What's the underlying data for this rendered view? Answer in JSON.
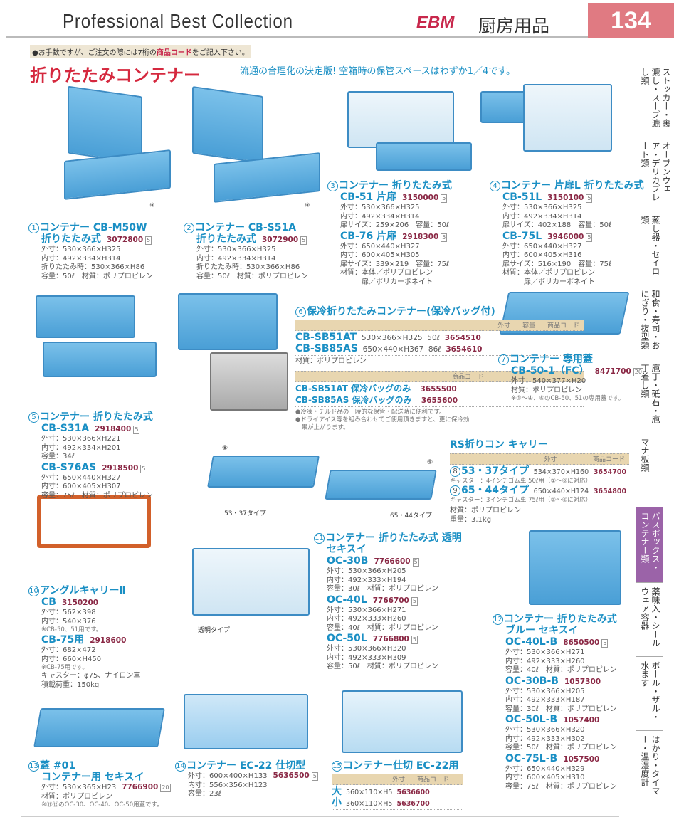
{
  "header": {
    "title": "Professional Best Collection",
    "brand": "EBM",
    "category": "厨房用品",
    "page": "134"
  },
  "notice": {
    "pre": "●お手数ですが、ご注文の際には7桁の",
    "em": "商品コード",
    "post": "をご記入下さい。"
  },
  "heading": "折りたたみコンテナー",
  "subheading": "流通の合理化の決定版! 空箱時の保管スペースはわずか1／4です。",
  "side_tabs": [
    "ストッカー・裏漉し・スープ漉し類",
    "オーブンウェア・デリカプレート類",
    "蒸し器・セイロ類",
    "和食・寿司・おにぎり・抜型類",
    "庖丁・砥石・庖丁差し類",
    "マナ板類",
    "バスボックス・コンテナー類",
    "薬味入・シールウェア容器",
    "ボール・ザル・水ます",
    "はかり・タイマー・温湿度計"
  ],
  "active_tab": 6,
  "image_captions": {
    "mark1": "※",
    "mark2": "※",
    "c8": "⑧",
    "c9": "⑨",
    "t53": "53・37タイプ",
    "t65": "65・44タイプ",
    "clear": "透明タイプ"
  },
  "products": [
    {
      "id": "p1",
      "num": "1",
      "title": [
        "コンテナー CB-M50W",
        "折りたたみ式"
      ],
      "title_code": "3072800",
      "title_badge": "5",
      "models": [
        {
          "specs": [
            "外寸：530×366×H325",
            "内寸：492×334×H314",
            "折りたたみ時：530×366×H86",
            "容量：50ℓ　材質：ポリプロピレン"
          ]
        }
      ]
    },
    {
      "id": "p2",
      "num": "2",
      "title": [
        "コンテナー CB-S51A",
        "折りたたみ式"
      ],
      "title_code": "3072900",
      "title_badge": "5",
      "models": [
        {
          "specs": [
            "外寸：530×366×H325",
            "内寸：492×334×H314",
            "折りたたみ時：530×366×H86",
            "容量：50ℓ　材質：ポリプロピレン"
          ]
        }
      ]
    },
    {
      "id": "p3",
      "num": "3",
      "title": [
        "コンテナー 折りたたみ式"
      ],
      "models": [
        {
          "model": "CB-51 片扉",
          "code": "3150000",
          "badge": "5",
          "specs": [
            "外寸：530×366×H325",
            "内寸：492×334×H314",
            "扉サイズ：259×206　容量：50ℓ"
          ]
        },
        {
          "model": "CB-76 片扉",
          "code": "2918300",
          "badge": "5",
          "specs": [
            "外寸：650×440×H327",
            "内寸：600×405×H305",
            "扉サイズ：339×219　容量：75ℓ",
            "材質：本体／ポリプロピレン",
            "　　　扉／ポリカーボネイト"
          ]
        }
      ]
    },
    {
      "id": "p4",
      "num": "4",
      "title": [
        "コンテナー 片扉L 折りたたみ式"
      ],
      "models": [
        {
          "model": "CB-51L",
          "code": "3150100",
          "badge": "5",
          "specs": [
            "外寸：530×366×H325",
            "内寸：492×334×H314",
            "扉サイズ：402×188　容量：50ℓ"
          ]
        },
        {
          "model": "CB-75L",
          "code": "3946000",
          "badge": "5",
          "specs": [
            "外寸：650×440×H327",
            "内寸：600×405×H316",
            "扉サイズ：516×190　容量：75ℓ",
            "材質：本体／ポリプロピレン",
            "　　　扉／ポリカーボネイト"
          ]
        }
      ]
    },
    {
      "id": "p5",
      "num": "5",
      "title": [
        "コンテナー 折りたたみ式"
      ],
      "models": [
        {
          "model": "CB-S31A",
          "code": "2918400",
          "badge": "5",
          "specs": [
            "外寸：530×366×H221",
            "内寸：492×334×H201",
            "容量：34ℓ"
          ]
        },
        {
          "model": "CB-S76AS",
          "code": "2918500",
          "badge": "5",
          "specs": [
            "外寸：650×440×H327",
            "内寸：600×405×H307",
            "容量：75ℓ　材質：ポリプロピレン"
          ]
        }
      ]
    },
    {
      "id": "p7",
      "num": "7",
      "title": [
        "コンテナー 専用蓋"
      ],
      "models": [
        {
          "model": "CB-50-1（FC）",
          "code": "8471700",
          "badge": "20",
          "specs": [
            "外寸：540×377×H20",
            "材質：ポリプロピレン"
          ],
          "notes": [
            "※①〜④、⑥のCB-50、51の専用蓋です。"
          ]
        }
      ]
    },
    {
      "id": "p10",
      "num": "10",
      "title": [
        "アングルキャリーⅡ"
      ],
      "models": [
        {
          "model": "CB",
          "code": "3150200",
          "specs": [
            "外寸：562×398",
            "内寸：540×376"
          ],
          "notes": [
            "※CB-50、51用です。"
          ]
        },
        {
          "model": "CB-75用",
          "code": "2918600",
          "specs": [
            "外寸：682×472",
            "内寸：660×H450"
          ],
          "notes": [
            "※CB-75用です。"
          ],
          "specs2": [
            "キャスター：φ75、ナイロン車",
            "積載荷重：150kg"
          ]
        }
      ]
    },
    {
      "id": "p11",
      "num": "11",
      "title": [
        "コンテナー 折りたたみ式 透明",
        "セキスイ"
      ],
      "models": [
        {
          "model": "OC-30B",
          "code": "7766600",
          "badge": "5",
          "specs": [
            "外寸：530×366×H205",
            "内寸：492×333×H194",
            "容量：30ℓ　材質：ポリプロピレン"
          ]
        },
        {
          "model": "OC-40L",
          "code": "7766700",
          "badge": "5",
          "specs": [
            "外寸：530×366×H271",
            "内寸：492×333×H260",
            "容量：40ℓ　材質：ポリプロピレン"
          ]
        },
        {
          "model": "OC-50L",
          "code": "7766800",
          "badge": "5",
          "specs": [
            "外寸：530×366×H320",
            "内寸：492×333×H309",
            "容量：50ℓ　材質：ポリプロピレン"
          ]
        }
      ]
    },
    {
      "id": "p12",
      "num": "12",
      "title": [
        "コンテナー 折りたたみ式",
        "ブルー セキスイ"
      ],
      "models": [
        {
          "model": "OC-40L-B",
          "code": "8650500",
          "badge": "5",
          "specs": [
            "外寸：530×366×H271",
            "内寸：492×333×H260",
            "容量：40ℓ　材質：ポリプロピレン"
          ]
        },
        {
          "model": "OC-30B-B",
          "code": "1057300",
          "specs": [
            "外寸：530×366×H205",
            "内寸：492×333×H187",
            "容量：30ℓ　材質：ポリプロピレン"
          ]
        },
        {
          "model": "OC-50L-B",
          "code": "1057400",
          "specs": [
            "外寸：530×366×H320",
            "内寸：492×333×H302",
            "容量：50ℓ　材質：ポリプロピレン"
          ]
        },
        {
          "model": "OC-75L-B",
          "code": "1057500",
          "specs": [
            "外寸：650×440×H329",
            "内寸：600×405×H310",
            "容量：75ℓ　材質：ポリプロピレン"
          ]
        }
      ]
    },
    {
      "id": "p13",
      "num": "13",
      "title": [
        "蓋 #01",
        "コンテナー用 セキスイ"
      ],
      "models": [
        {
          "specs": [
            "外寸：530×365×H23"
          ],
          "inline_code": "7766900",
          "inline_badge": "20",
          "specs2": [
            "材質：ポリプロピレン"
          ],
          "notes": [
            "※⑪⑫のOC-30、OC-40、OC-50用蓋です。"
          ]
        }
      ]
    },
    {
      "id": "p14",
      "num": "14",
      "title": [
        "コンテナー EC-22 仕切型"
      ],
      "models": [
        {
          "specs": [
            "外寸：600×400×H133"
          ],
          "inline_code": "5636500",
          "inline_badge": "5",
          "specs2": [
            "内寸：556×356×H123",
            "容量：23ℓ"
          ]
        }
      ]
    }
  ],
  "cold": {
    "num": "6",
    "title": "保冷折りたたみコンテナー(保冷バッグ付)",
    "header": [
      "外寸",
      "容量",
      "商品コード"
    ],
    "rows": [
      {
        "model": "CB-SB51AT",
        "size": "530×366×H325",
        "cap": "50ℓ",
        "code": "3654510"
      },
      {
        "model": "CB-SB85AS",
        "size": "650×440×H367",
        "cap": "86ℓ",
        "code": "3654610"
      }
    ],
    "material": "材質：ポリプロピレン",
    "header2": "商品コード",
    "rows2": [
      {
        "model": "CB-SB51AT 保冷バッグのみ",
        "code": "3655500"
      },
      {
        "model": "CB-SB85AS 保冷バッグのみ",
        "code": "3655600"
      }
    ],
    "notes": [
      "●冷凍・チルド品の一時的な保管・配送時に便利です。",
      "●ドライアイス等を組み合わせてご使用頂きますと、更に保冷効",
      "　果が上がります。"
    ]
  },
  "carry": {
    "title": "RS折りコン キャリー",
    "header": [
      "外寸",
      "商品コード"
    ],
    "rows": [
      {
        "num": "8",
        "model": "53・37タイプ",
        "size": "534×370×H160",
        "code": "3654700",
        "note": "キャスター：4インチゴム車 50ℓ用（①〜⑥に対応）"
      },
      {
        "num": "9",
        "model": "65・44タイプ",
        "size": "650×440×H124",
        "code": "3654800",
        "note": "キャスター：3インチゴム車 75ℓ用（③〜⑥に対応）"
      }
    ],
    "specs": [
      "材質：ポリプロピレン",
      "重量：3.1kg"
    ]
  },
  "divider": {
    "num": "15",
    "title": "コンテナー仕切 EC-22用",
    "header": [
      "外寸",
      "商品コード"
    ],
    "rows": [
      {
        "model": "大",
        "size": "560×110×H5",
        "code": "5636600"
      },
      {
        "model": "小",
        "size": "360×110×H5",
        "code": "5636700"
      }
    ]
  }
}
